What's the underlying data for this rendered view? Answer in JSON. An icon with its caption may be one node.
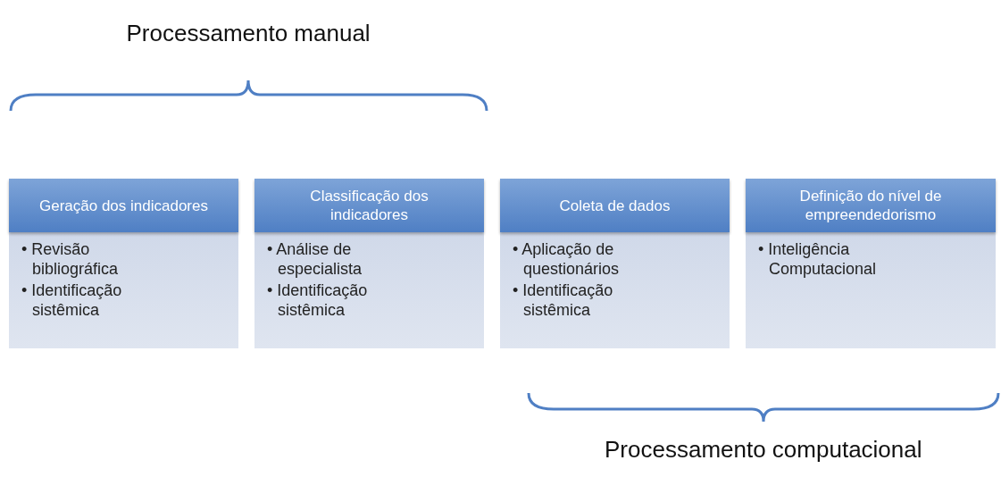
{
  "diagram": {
    "nodes": [
      {
        "text": [
          "Geração dos indicadores",
          "• Revisão bibliográfica",
          "• Identificação sistêmica"
        ]
      },
      {
        "text": [
          "Classificação dos indicadores",
          "• Análise de especialista",
          "• Identificação sistêmica"
        ]
      },
      {
        "text": [
          "Coleta de dados",
          "• Aplicação de questionários",
          "• Identificação sistêmica"
        ]
      },
      {
        "text": [
          "Definição do nível de empreendedorismo",
          "• Inteligência Computacional"
        ]
      }
    ],
    "labels": [
      "Processamento manual",
      "Processamento computacional"
    ]
  }
}
